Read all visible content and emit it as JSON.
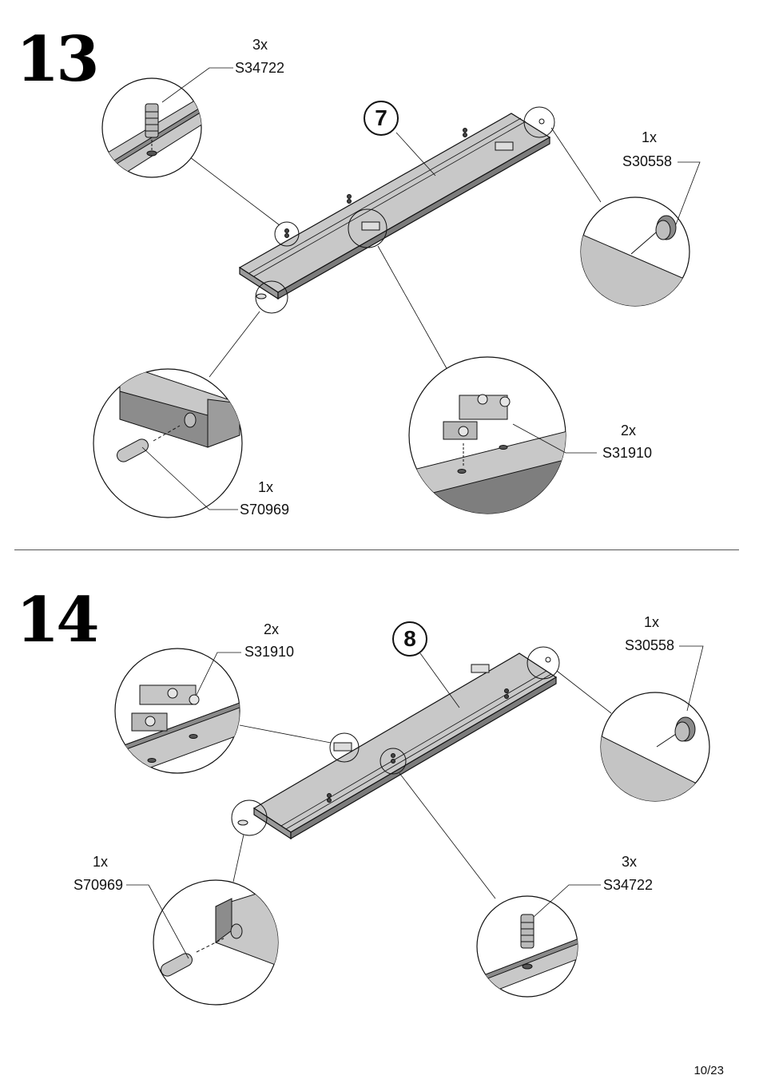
{
  "page_number": "10/23",
  "steps": [
    {
      "number": "13",
      "panel": "7",
      "callouts": {
        "s34722": {
          "qty": "3x",
          "code": "S34722"
        },
        "s30558": {
          "qty": "1x",
          "code": "S30558"
        },
        "s70969": {
          "qty": "1x",
          "code": "S70969"
        },
        "s31910": {
          "qty": "2x",
          "code": "S31910"
        }
      }
    },
    {
      "number": "14",
      "panel": "8",
      "callouts": {
        "s31910": {
          "qty": "2x",
          "code": "S31910"
        },
        "s30558": {
          "qty": "1x",
          "code": "S30558"
        },
        "s70969": {
          "qty": "1x",
          "code": "S70969"
        },
        "s34722": {
          "qty": "3x",
          "code": "S34722"
        }
      }
    }
  ]
}
